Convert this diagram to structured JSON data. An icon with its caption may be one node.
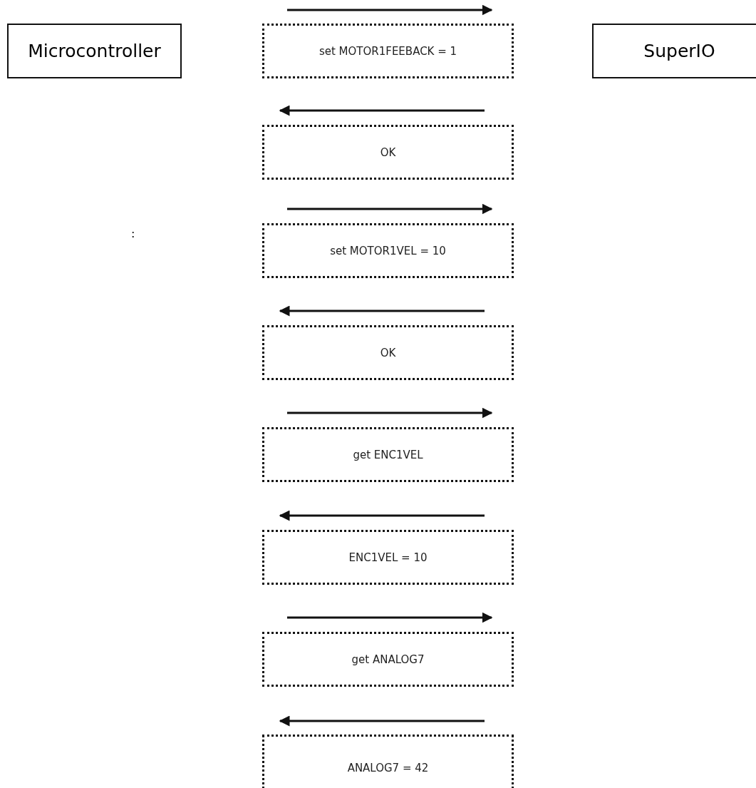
{
  "diagram": {
    "nodes": [
      {
        "text": [
          "Microcontroller"
        ]
      },
      {
        "text": [
          "SuperIO"
        ]
      },
      {
        "text": [
          "set MOTOR1FEEBACK = 1"
        ]
      },
      {
        "text": [
          "OK"
        ]
      },
      {
        "text": [
          "set MOTOR1VEL = 10"
        ]
      },
      {
        "text": [
          "OK"
        ]
      },
      {
        "text": [
          "get ENC1VEL"
        ]
      },
      {
        "text": [
          "ENC1VEL = 10"
        ]
      },
      {
        "text": [
          "get ANALOG7"
        ]
      },
      {
        "text": [
          "ANALOG7 = 42"
        ]
      }
    ],
    "labels": [
      ":"
    ]
  }
}
